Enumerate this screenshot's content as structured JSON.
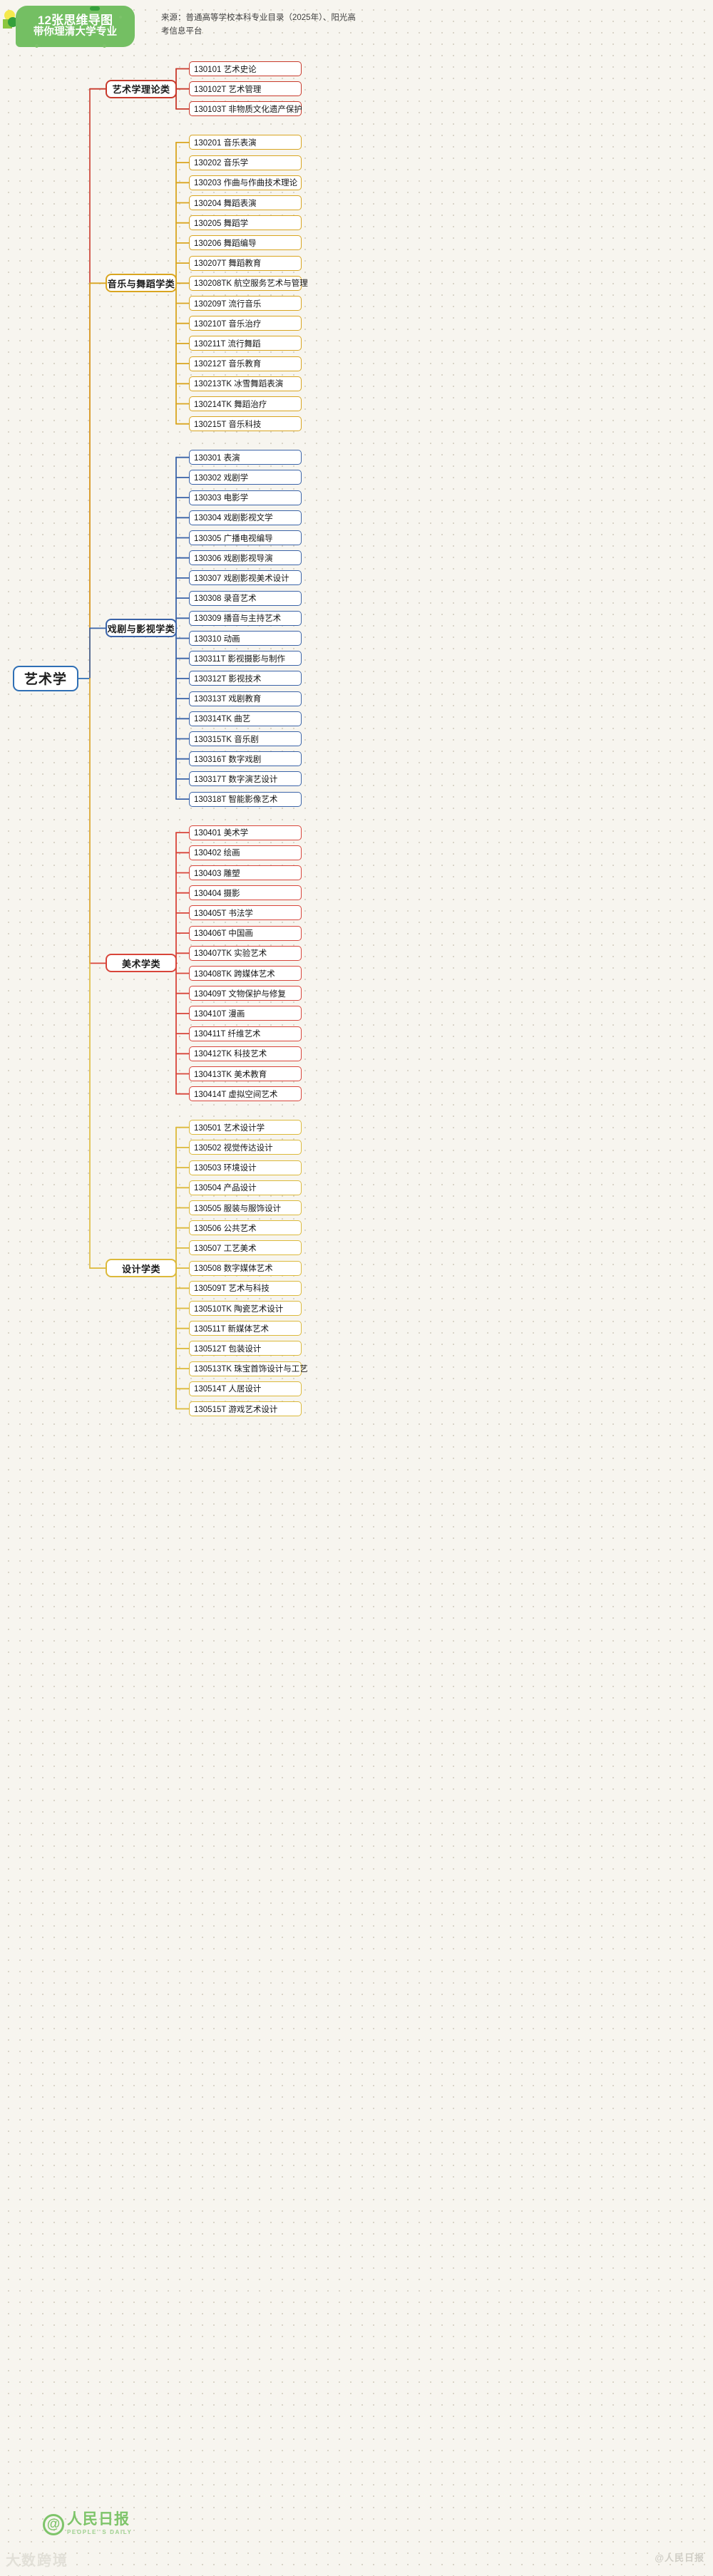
{
  "header": {
    "badge_line1": "12张思维导图",
    "badge_line2": "带你理清大学专业",
    "source": "来源：普通高等学校本科专业目录（2025年）、阳光高考信息平台"
  },
  "footer": {
    "logo_at": "@",
    "logo_cn": "人民日报",
    "logo_en": "PEOPLE' S DAILY",
    "watermark_left": "大数跨境",
    "watermark_right": "@人民日报"
  },
  "colors": {
    "background": "#f7f5ef",
    "brand_green": "#74bf63",
    "root_blue": "#2f6fb5",
    "theory_red": "#c8392b",
    "music_gold": "#d9a520",
    "drama_blue": "#3a63a8",
    "fine_art_red": "#d8453a",
    "design_yellow": "#dcb93a"
  },
  "mindmap": {
    "root": "艺术学",
    "branches": [
      {
        "category": "艺术学理论类",
        "color": "#c8392b",
        "leaves": [
          "130101 艺术史论",
          "130102T 艺术管理",
          "130103T 非物质文化遗产保护"
        ]
      },
      {
        "category": "音乐与舞蹈学类",
        "color": "#d9a520",
        "leaves": [
          "130201 音乐表演",
          "130202 音乐学",
          "130203 作曲与作曲技术理论",
          "130204 舞蹈表演",
          "130205 舞蹈学",
          "130206 舞蹈编导",
          "130207T 舞蹈教育",
          "130208TK 航空服务艺术与管理",
          "130209T 流行音乐",
          "130210T 音乐治疗",
          "130211T 流行舞蹈",
          "130212T 音乐教育",
          "130213TK 冰雪舞蹈表演",
          "130214TK 舞蹈治疗",
          "130215T 音乐科技"
        ]
      },
      {
        "category": "戏剧与影视学类",
        "color": "#3a63a8",
        "leaves": [
          "130301 表演",
          "130302 戏剧学",
          "130303 电影学",
          "130304 戏剧影视文学",
          "130305 广播电视编导",
          "130306 戏剧影视导演",
          "130307 戏剧影视美术设计",
          "130308 录音艺术",
          "130309 播音与主持艺术",
          "130310 动画",
          "130311T 影视摄影与制作",
          "130312T 影视技术",
          "130313T 戏剧教育",
          "130314TK 曲艺",
          "130315TK 音乐剧",
          "130316T 数字戏剧",
          "130317T 数字演艺设计",
          "130318T 智能影像艺术"
        ]
      },
      {
        "category": "美术学类",
        "color": "#d8453a",
        "leaves": [
          "130401 美术学",
          "130402 绘画",
          "130403 雕塑",
          "130404 摄影",
          "130405T 书法学",
          "130406T 中国画",
          "130407TK 实验艺术",
          "130408TK 跨媒体艺术",
          "130409T 文物保护与修复",
          "130410T 漫画",
          "130411T 纤维艺术",
          "130412TK 科技艺术",
          "130413TK 美术教育",
          "130414T 虚拟空间艺术"
        ]
      },
      {
        "category": "设计学类",
        "color": "#dcb93a",
        "leaves": [
          "130501 艺术设计学",
          "130502 视觉传达设计",
          "130503 环境设计",
          "130504 产品设计",
          "130505 服装与服饰设计",
          "130506 公共艺术",
          "130507 工艺美术",
          "130508 数字媒体艺术",
          "130509T 艺术与科技",
          "130510TK 陶瓷艺术设计",
          "130511T 新媒体艺术",
          "130512T 包装设计",
          "130513TK 珠宝首饰设计与工艺",
          "130514T 人居设计",
          "130515T 游戏艺术设计"
        ]
      }
    ]
  }
}
